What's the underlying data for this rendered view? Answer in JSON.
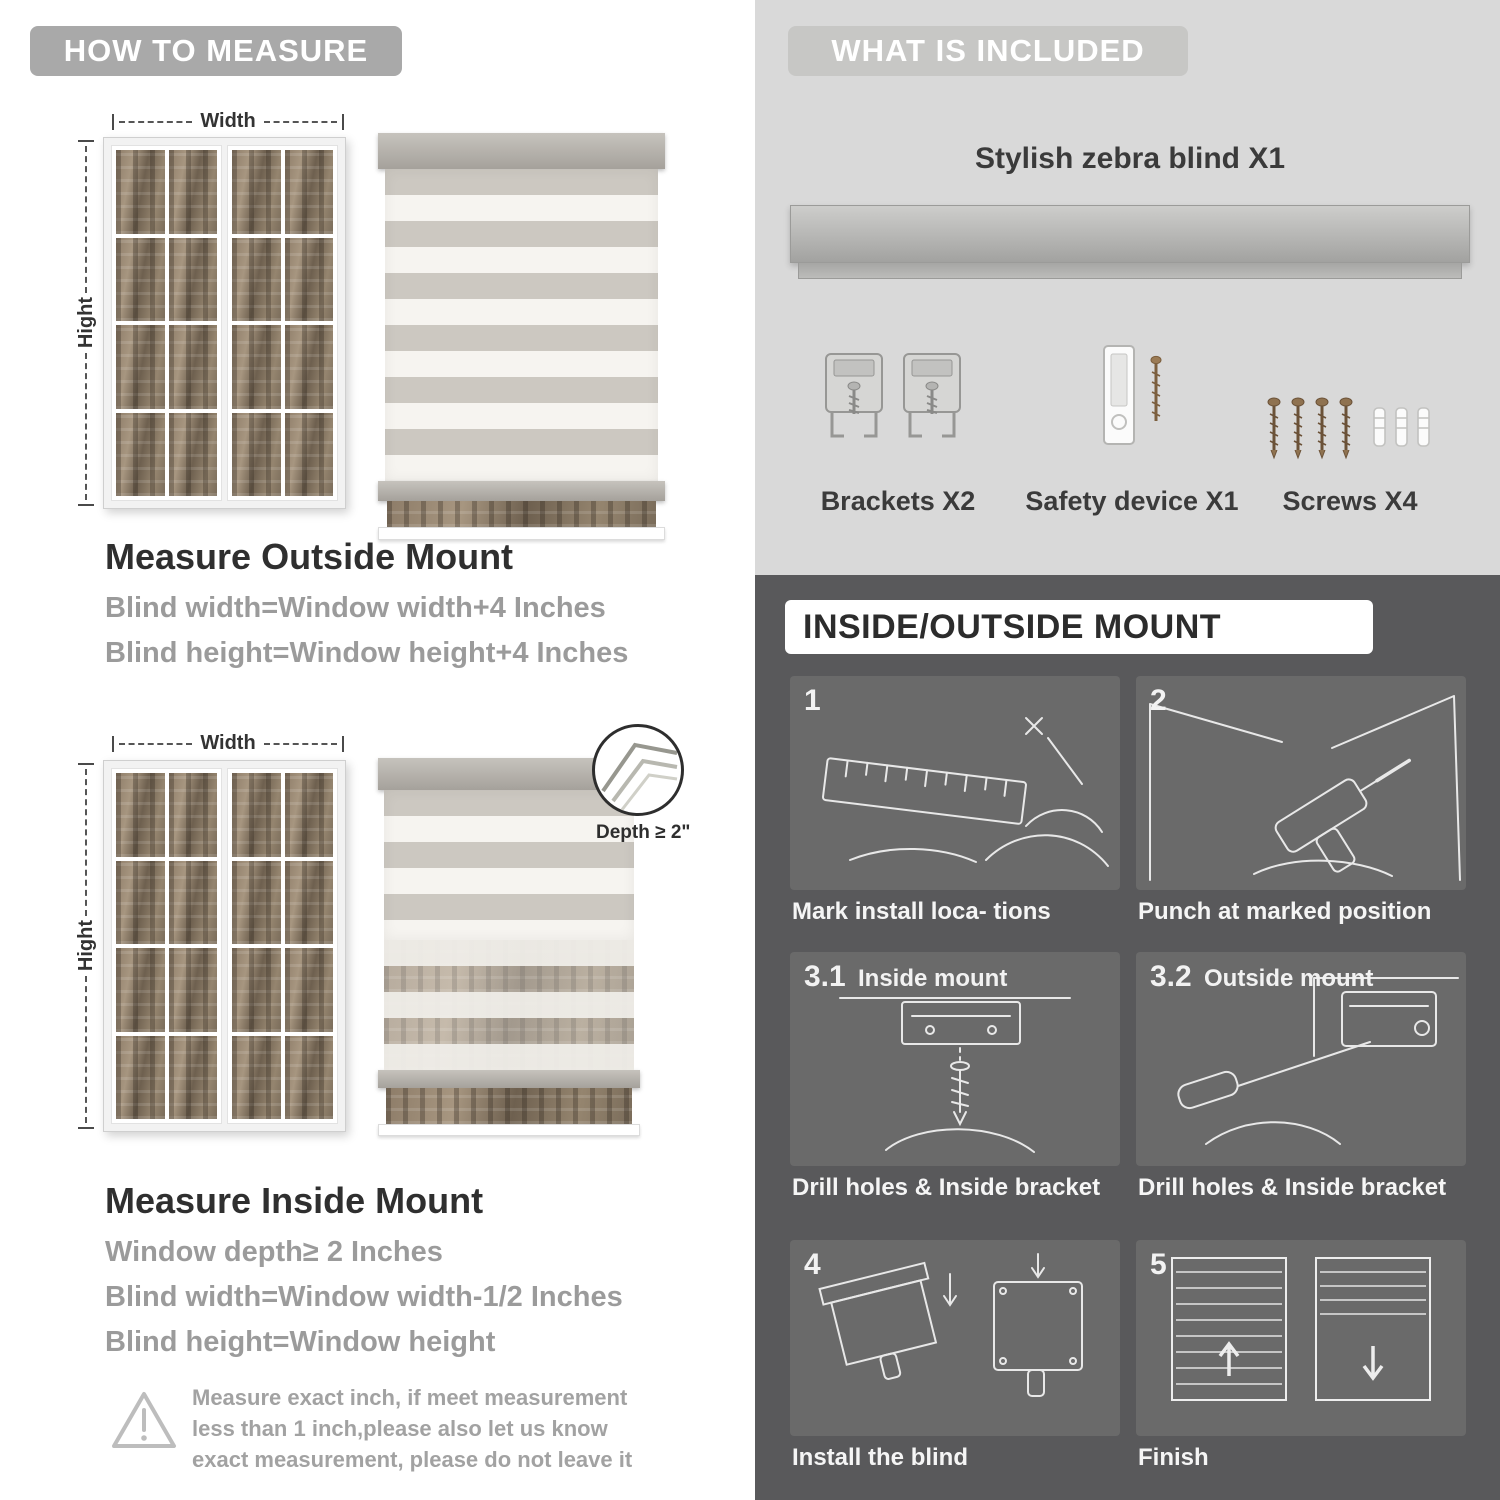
{
  "left": {
    "header": "HOW TO MEASURE",
    "outside": {
      "width_label": "Width",
      "height_label": "Hight",
      "title": "Measure Outside Mount",
      "line1": "Blind width=Window width+4 Inches",
      "line2": "Blind height=Window height+4 Inches"
    },
    "inside": {
      "width_label": "Width",
      "height_label": "Hight",
      "depth_badge": "Depth ≥ 2\"",
      "title": "Measure Inside Mount",
      "line1": "Window depth≥ 2 Inches",
      "line2": "Blind width=Window width-1/2 Inches",
      "line3": "Blind height=Window height"
    },
    "warning": "Measure exact inch, if meet measurement less than 1 inch,please also let us know exact measurement, please do not leave it"
  },
  "right": {
    "included": {
      "header": "WHAT IS INCLUDED",
      "blind_label": "Stylish zebra blind X1",
      "brackets_label": "Brackets X2",
      "safety_label": "Safety device X1",
      "screws_label": "Screws X4"
    },
    "mount": {
      "header": "INSIDE/OUTSIDE MOUNT",
      "steps": [
        {
          "num": "1",
          "caption": "Mark install loca- tions"
        },
        {
          "num": "2",
          "caption": "Punch at  marked position"
        },
        {
          "num": "3.1",
          "label": "Inside mount",
          "caption": "Drill holes &  Inside bracket"
        },
        {
          "num": "3.2",
          "label": "Outside mount",
          "caption": "Drill holes &  Inside bracket"
        },
        {
          "num": "4",
          "caption": "Install the blind"
        },
        {
          "num": "5",
          "caption": "Finish"
        }
      ]
    }
  }
}
